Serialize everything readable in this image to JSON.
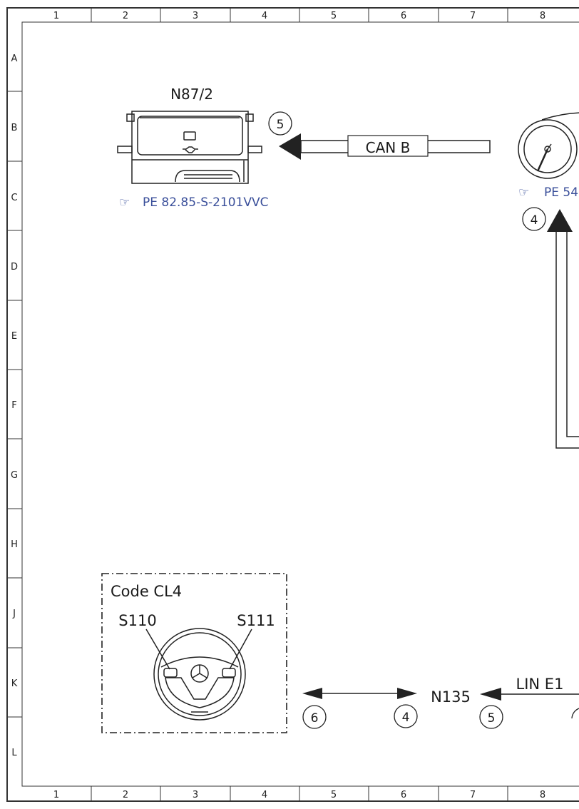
{
  "grid": {
    "columns": [
      "1",
      "2",
      "3",
      "4",
      "5",
      "6",
      "7",
      "8"
    ],
    "rows": [
      "A",
      "B",
      "C",
      "D",
      "E",
      "F",
      "G",
      "H",
      "J",
      "K",
      "L"
    ]
  },
  "components": {
    "n87_2": {
      "label": "N87/2",
      "reference": "PE 82.85-S-2101VVC"
    },
    "gauge": {
      "reference": "PE 54"
    },
    "code_box": {
      "title": "Code CL4",
      "left_switch": "S110",
      "right_switch": "S111"
    },
    "n135": {
      "label": "N135"
    }
  },
  "connections": {
    "can_b": {
      "label": "CAN B",
      "marker": "5"
    },
    "vertical_link": {
      "marker": "4"
    },
    "n135_left": {
      "left_marker": "6",
      "right_marker": "4"
    },
    "lin_e1": {
      "label": "LIN E1",
      "marker": "5"
    }
  },
  "icons": {
    "reference": "pointing-hand-icon"
  }
}
